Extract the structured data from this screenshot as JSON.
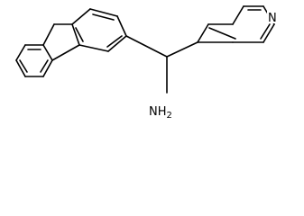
{
  "structure": {
    "atom_labels": {
      "pyridine_nitrogen": "N",
      "amine": "NH2",
      "amine_main": "NH",
      "amine_subscript": "2"
    }
  }
}
